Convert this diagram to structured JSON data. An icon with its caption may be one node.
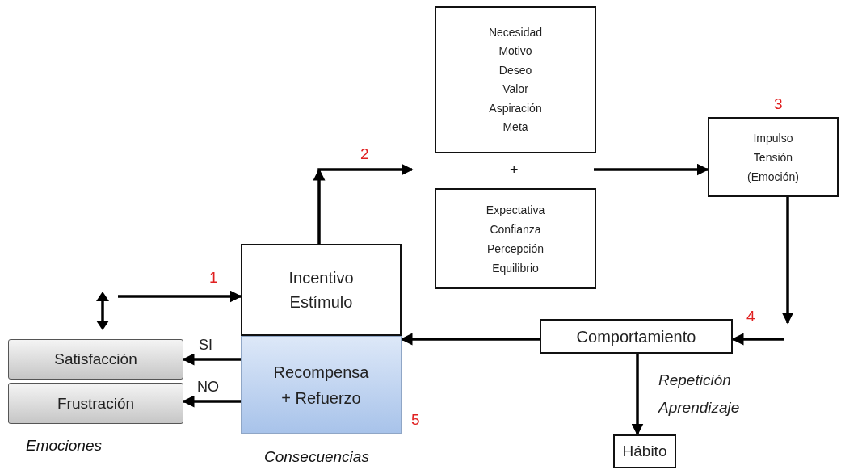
{
  "diagram": {
    "nodes": [
      {
        "text": [
          "Incentivo Estímulo"
        ]
      },
      {
        "text": [
          "Recompensa + Refuerzo"
        ]
      },
      {
        "text": [
          "Necesidad Motivo Deseo Valor Aspiración Meta"
        ]
      },
      {
        "text": [
          "Expectativa Confianza Percepción Equilibrio"
        ]
      },
      {
        "text": [
          "Impulso Tensión (Emoción)"
        ]
      },
      {
        "text": [
          "Comportamiento"
        ]
      },
      {
        "text": [
          "Hábito"
        ]
      },
      {
        "text": [
          "Satisfacción"
        ]
      },
      {
        "text": [
          "Frustración"
        ]
      }
    ],
    "edges": [
      {
        "from": null,
        "to": 0,
        "arrow": "to"
      },
      {
        "from": 0,
        "to": null,
        "arrow": "to"
      },
      {
        "from": null,
        "to": 4,
        "arrow": "to"
      },
      {
        "from": 4,
        "to": null,
        "arrow": "to"
      },
      {
        "from": null,
        "to": 5,
        "arrow": "to"
      },
      {
        "from": 5,
        "to": 1,
        "arrow": "to"
      },
      {
        "from": 5,
        "to": 6,
        "arrow": "to",
        "label": "Repetición Aprendizaje"
      },
      {
        "from": 1,
        "to": 7,
        "arrow": "to",
        "label": "SI"
      },
      {
        "from": 1,
        "to": 8,
        "arrow": "to",
        "label": "NO"
      }
    ],
    "labels": [
      "3",
      "2",
      "+",
      "1",
      "4",
      "5",
      "Emociones",
      "Consecuencias"
    ]
  }
}
